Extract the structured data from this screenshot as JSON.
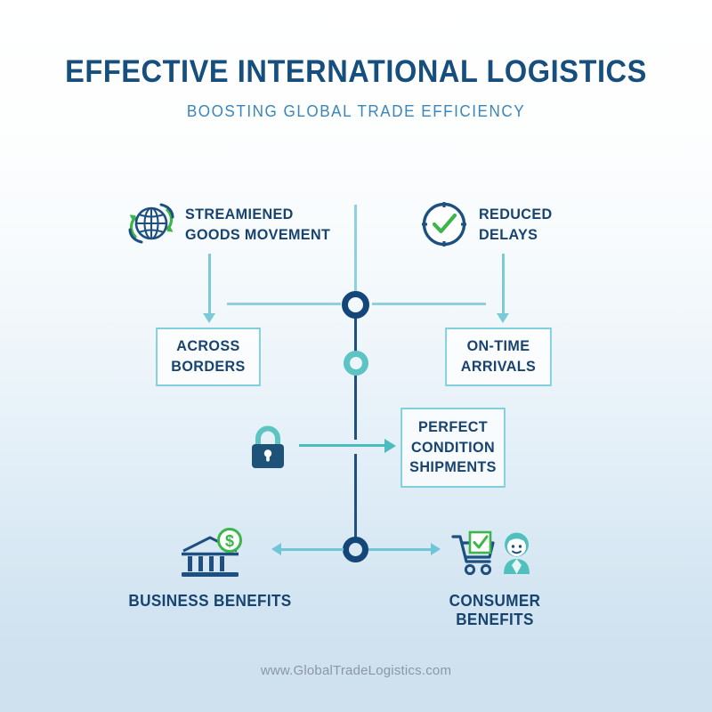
{
  "header": {
    "title": "EFFECTIVE INTERNATIONAL LOGISTICS",
    "subtitle": "BOOSTING GLOBAL TRADE EFFICIENCY"
  },
  "icons": {
    "globe": "globe-arrows-icon",
    "clock_check": "clock-check-icon",
    "lock": "lock-icon",
    "bank_dollar": "bank-dollar-icon",
    "cart_person": "shopping-cart-person-icon"
  },
  "top_items": [
    {
      "label_line1": "STREAMIENED",
      "label_line2": "GOODS MOVEMENT",
      "icon": "globe-arrows-icon"
    },
    {
      "label_line1": "REDUCED",
      "label_line2": "DELAYS",
      "icon": "clock-check-icon"
    }
  ],
  "boxes": [
    {
      "lines": [
        "ACROSS",
        "BORDERS"
      ]
    },
    {
      "lines": [
        "ON-TIME",
        "ARRIVALS"
      ]
    },
    {
      "lines": [
        "PERFECT",
        "CONDITION",
        "SHIPMENTS"
      ]
    }
  ],
  "bottom_items": [
    {
      "label": "BUSINESS BENEFITS",
      "icon": "bank-dollar-icon"
    },
    {
      "label": "CONSUMER BENEFITS",
      "icon": "shopping-cart-person-icon"
    }
  ],
  "footer": {
    "url": "www.GlobalTradeLogistics.com"
  },
  "colors": {
    "navy": "#14467a",
    "title_navy": "#164e7d",
    "subtitle_blue": "#3b85bb",
    "teal": "#5cc4c2",
    "light_teal": "#7cc9d8",
    "green": "#3cb54a",
    "box_border": "#7fd0dc",
    "footer_gray": "#8b97a3",
    "bg_top": "#ffffff",
    "bg_bottom": "#cfe1ef"
  }
}
